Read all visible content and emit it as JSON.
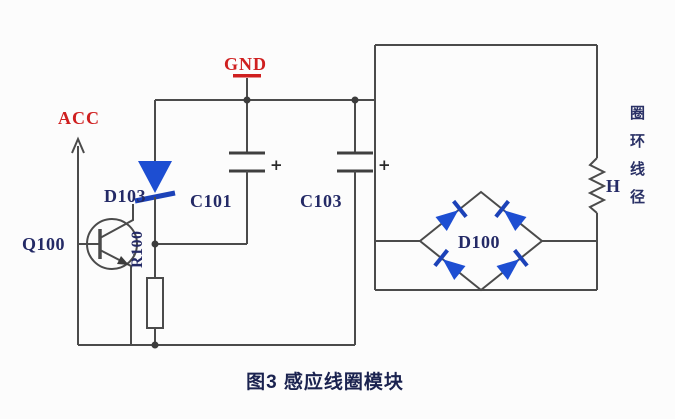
{
  "figure": {
    "caption": "图3 感应线圈模块"
  },
  "power": {
    "acc": "ACC",
    "gnd": "GND"
  },
  "components": {
    "q100": "Q100",
    "d103": "D103",
    "r100": "R100",
    "c101": "C101",
    "c103": "C103",
    "d100": "D100",
    "coil_h": "H",
    "c101_polarity": "+",
    "c103_polarity": "+"
  },
  "coil_note": {
    "chars": [
      "圈",
      "环",
      "线",
      "径"
    ]
  },
  "colors": {
    "wire": "#4b4b4b",
    "diode_fill": "#1d4ed2",
    "diode_bar": "#1c42b8",
    "component_label": "#242a66",
    "power_label": "#cf1f1f",
    "caption": "#1b2350",
    "background": "#fcfcfc"
  }
}
